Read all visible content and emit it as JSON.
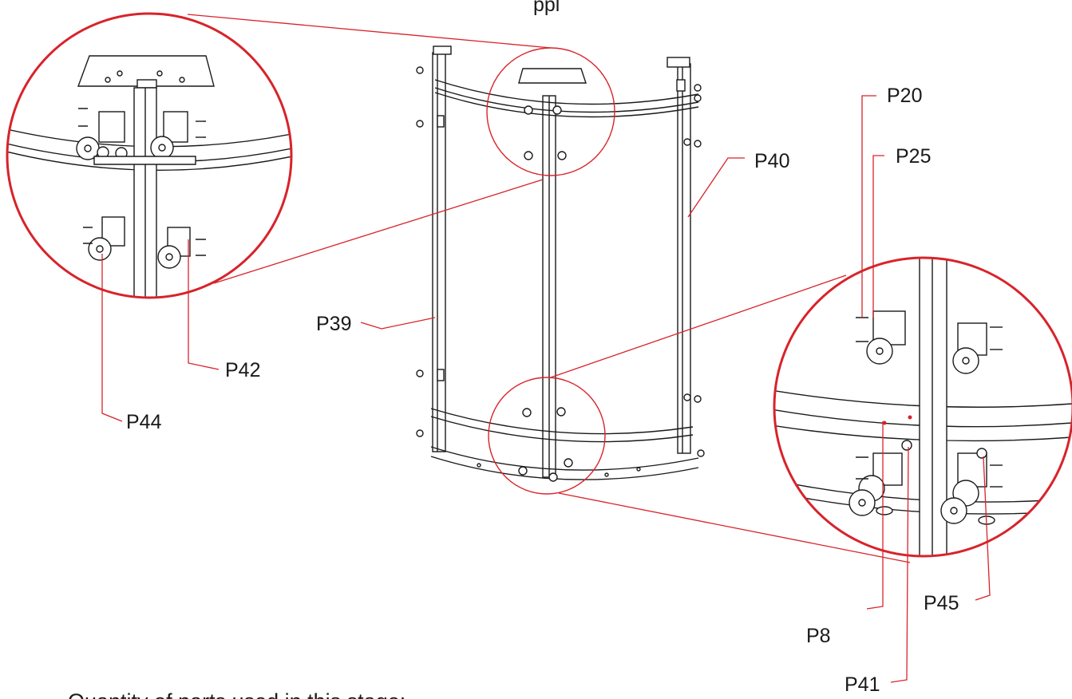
{
  "header_text": "ppl",
  "footer_text": "Quantity of parts used in this stage:",
  "accent_color": "#d8232a",
  "line_color": "#1a1a1a",
  "part_labels": {
    "p20": "P20",
    "p25": "P25",
    "p40": "P40",
    "p39": "P39",
    "p42": "P42",
    "p44": "P44",
    "p8": "P8",
    "p41": "P41",
    "p45": "P45"
  }
}
